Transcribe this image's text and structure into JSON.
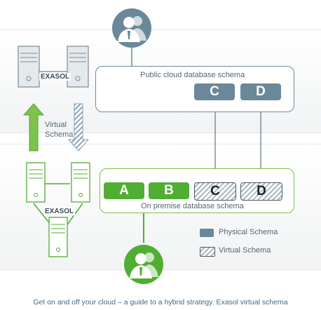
{
  "colors": {
    "physical": "#6a8899",
    "virtual_stripe": "#a8b8c2",
    "on_premise": "#4fae33",
    "cloud_user_circle": "#6a8899",
    "onprem_user_circle": "#4fae33"
  },
  "cloud": {
    "schema_label": "Public cloud database schema",
    "blocks": [
      "C",
      "D"
    ],
    "user_icon": "business-user-icon"
  },
  "on_premise": {
    "schema_label": "On premise database schema",
    "blocks": [
      "A",
      "B",
      "C",
      "D"
    ],
    "user_icon": "business-user-icon"
  },
  "servers": {
    "cloud_brand": "EXASOL",
    "onprem_brand": "EXASOL"
  },
  "transfer_label": "Virtual Schema",
  "legend": {
    "physical_label": "Physical Schema",
    "virtual_label": "Virtual Schema"
  },
  "caption": "Get on and off your cloud – a guide to a hybrid strategy. Exasol virtual schema"
}
